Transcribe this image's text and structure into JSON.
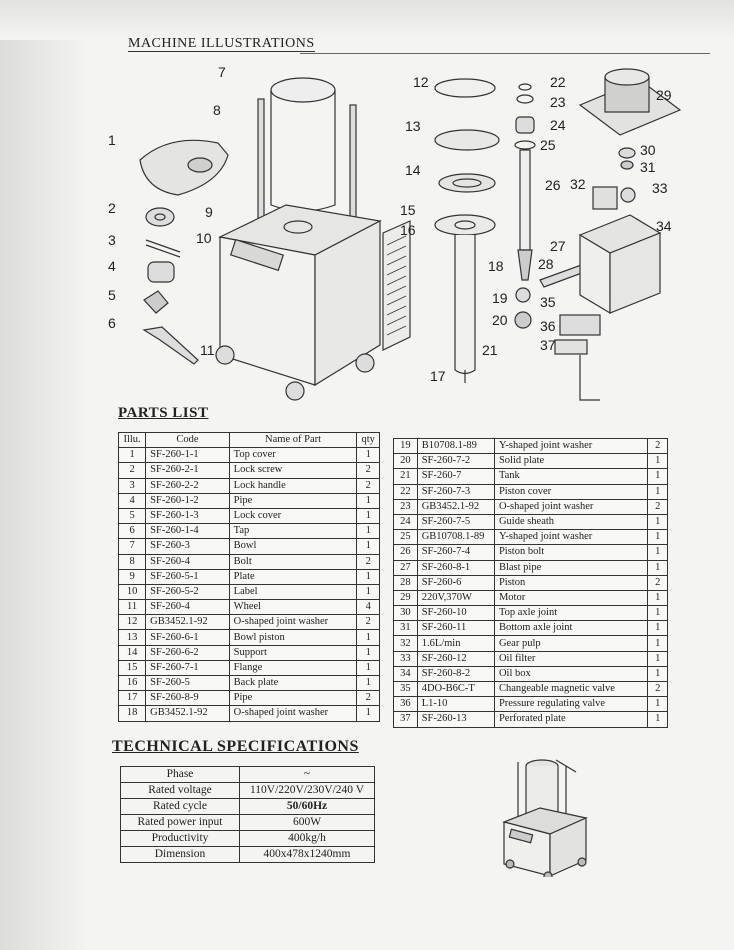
{
  "headings": {
    "illustrations": "MACHINE ILLUSTRATIONS",
    "parts_list": "PARTS LIST",
    "technical_specifications": "TECHNICAL SPECIFICATIONS"
  },
  "illustration_labels": [
    "1",
    "2",
    "3",
    "4",
    "5",
    "6",
    "7",
    "8",
    "9",
    "10",
    "11",
    "12",
    "13",
    "14",
    "15",
    "16",
    "17",
    "18",
    "19",
    "20",
    "21",
    "22",
    "23",
    "24",
    "25",
    "26",
    "27",
    "28",
    "29",
    "30",
    "31",
    "32",
    "33",
    "34",
    "35",
    "36",
    "37"
  ],
  "parts_headers": {
    "no": "Illu.",
    "code": "Code",
    "name": "Name of Part",
    "qty": "qty"
  },
  "parts_left": [
    {
      "no": "1",
      "code": "SF-260-1-1",
      "name": "Top cover",
      "qty": "1"
    },
    {
      "no": "2",
      "code": "SF-260-2-1",
      "name": "Lock screw",
      "qty": "2"
    },
    {
      "no": "3",
      "code": "SF-260-2-2",
      "name": "Lock handle",
      "qty": "2"
    },
    {
      "no": "4",
      "code": "SF-260-1-2",
      "name": "Pipe",
      "qty": "1"
    },
    {
      "no": "5",
      "code": "SF-260-1-3",
      "name": "Lock cover",
      "qty": "1"
    },
    {
      "no": "6",
      "code": "SF-260-1-4",
      "name": "Tap",
      "qty": "1"
    },
    {
      "no": "7",
      "code": "SF-260-3",
      "name": "Bowl",
      "qty": "1"
    },
    {
      "no": "8",
      "code": "SF-260-4",
      "name": "Bolt",
      "qty": "2"
    },
    {
      "no": "9",
      "code": "SF-260-5-1",
      "name": "Plate",
      "qty": "1"
    },
    {
      "no": "10",
      "code": "SF-260-5-2",
      "name": "Label",
      "qty": "1"
    },
    {
      "no": "11",
      "code": "SF-260-4",
      "name": "Wheel",
      "qty": "4"
    },
    {
      "no": "12",
      "code": "GB3452.1-92",
      "name": "O-shaped joint washer",
      "qty": "2"
    },
    {
      "no": "13",
      "code": "SF-260-6-1",
      "name": "Bowl piston",
      "qty": "1"
    },
    {
      "no": "14",
      "code": "SF-260-6-2",
      "name": "Support",
      "qty": "1"
    },
    {
      "no": "15",
      "code": "SF-260-7-1",
      "name": "Flange",
      "qty": "1"
    },
    {
      "no": "16",
      "code": "SF-260-5",
      "name": "Back plate",
      "qty": "1"
    },
    {
      "no": "17",
      "code": "SF-260-8-9",
      "name": "Pipe",
      "qty": "2"
    },
    {
      "no": "18",
      "code": "GB3452.1-92",
      "name": "O-shaped joint washer",
      "qty": "1"
    }
  ],
  "parts_right": [
    {
      "no": "19",
      "code": "B10708.1-89",
      "name": "Y-shaped joint washer",
      "qty": "2"
    },
    {
      "no": "20",
      "code": "SF-260-7-2",
      "name": "Solid plate",
      "qty": "1"
    },
    {
      "no": "21",
      "code": "SF-260-7",
      "name": "Tank",
      "qty": "1"
    },
    {
      "no": "22",
      "code": "SF-260-7-3",
      "name": "Piston cover",
      "qty": "1"
    },
    {
      "no": "23",
      "code": "GB3452.1-92",
      "name": "O-shaped joint washer",
      "qty": "2"
    },
    {
      "no": "24",
      "code": "SF-260-7-5",
      "name": "Guide sheath",
      "qty": "1"
    },
    {
      "no": "25",
      "code": "GB10708.1-89",
      "name": "Y-shaped joint washer",
      "qty": "1"
    },
    {
      "no": "26",
      "code": "SF-260-7-4",
      "name": "Piston bolt",
      "qty": "1"
    },
    {
      "no": "27",
      "code": "SF-260-8-1",
      "name": "Blast pipe",
      "qty": "1"
    },
    {
      "no": "28",
      "code": "SF-260-6",
      "name": "Piston",
      "qty": "2"
    },
    {
      "no": "29",
      "code": "220V,370W",
      "name": "Motor",
      "qty": "1"
    },
    {
      "no": "30",
      "code": "SF-260-10",
      "name": "Top axle joint",
      "qty": "1"
    },
    {
      "no": "31",
      "code": "SF-260-11",
      "name": "Bottom axle joint",
      "qty": "1"
    },
    {
      "no": "32",
      "code": "1.6L/min",
      "name": "Gear pulp",
      "qty": "1"
    },
    {
      "no": "33",
      "code": "SF-260-12",
      "name": "Oil filter",
      "qty": "1"
    },
    {
      "no": "34",
      "code": "SF-260-8-2",
      "name": "Oil box",
      "qty": "1"
    },
    {
      "no": "35",
      "code": "4DO-B6C-T",
      "name": "Changeable magnetic valve",
      "qty": "2"
    },
    {
      "no": "36",
      "code": "L1-10",
      "name": "Pressure regulating valve",
      "qty": "1"
    },
    {
      "no": "37",
      "code": "SF-260-13",
      "name": "Perforated plate",
      "qty": "1"
    }
  ],
  "specs": [
    {
      "label": "Phase",
      "value": "~"
    },
    {
      "label": "Rated voltage",
      "value": "110V/220V/230V/240 V"
    },
    {
      "label": "Rated cycle",
      "value": "50/60Hz"
    },
    {
      "label": "Rated power input",
      "value": "600W"
    },
    {
      "label": "Productivity",
      "value": "400kg/h"
    },
    {
      "label": "Dimension",
      "value": "400x478x1240mm"
    }
  ]
}
